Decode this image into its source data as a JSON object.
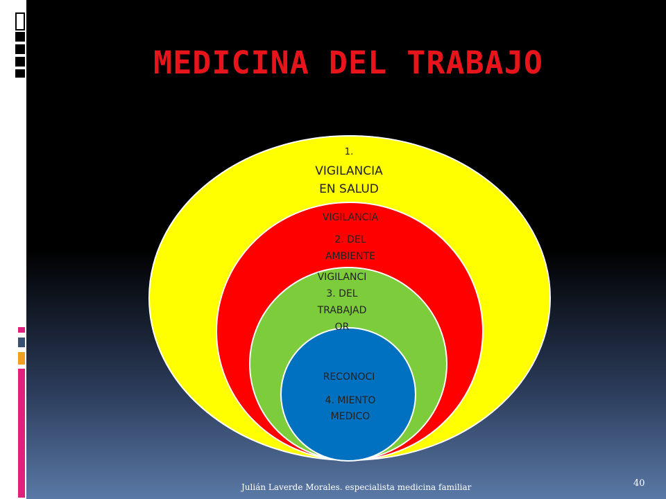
{
  "slide": {
    "title": "MEDICINA DEL TRABAJO",
    "footer": "Julián Laverde Morales. especialista medicina familiar",
    "page_number": "40"
  },
  "diagram": {
    "circles": [
      {
        "lines": [
          "1.",
          "VIGILANCIA",
          "EN SALUD"
        ],
        "color": "#ffff00"
      },
      {
        "lines": [
          "VIGILANCIA",
          "2. DEL",
          "AMBIENTE"
        ],
        "color": "#ff0000"
      },
      {
        "lines": [
          "VIGILANCI",
          "3. DEL",
          "TRABAJAD",
          "OR"
        ],
        "color": "#7dcc3c"
      },
      {
        "lines": [
          "RECONOCI",
          "4. MIENTO",
          "MEDICO"
        ],
        "color": "#0070c0"
      }
    ]
  },
  "colors": {
    "title": "#e8141b",
    "accent_pink": "#e0207a",
    "accent_orange": "#f0a020",
    "accent_blue": "#3070b0"
  }
}
